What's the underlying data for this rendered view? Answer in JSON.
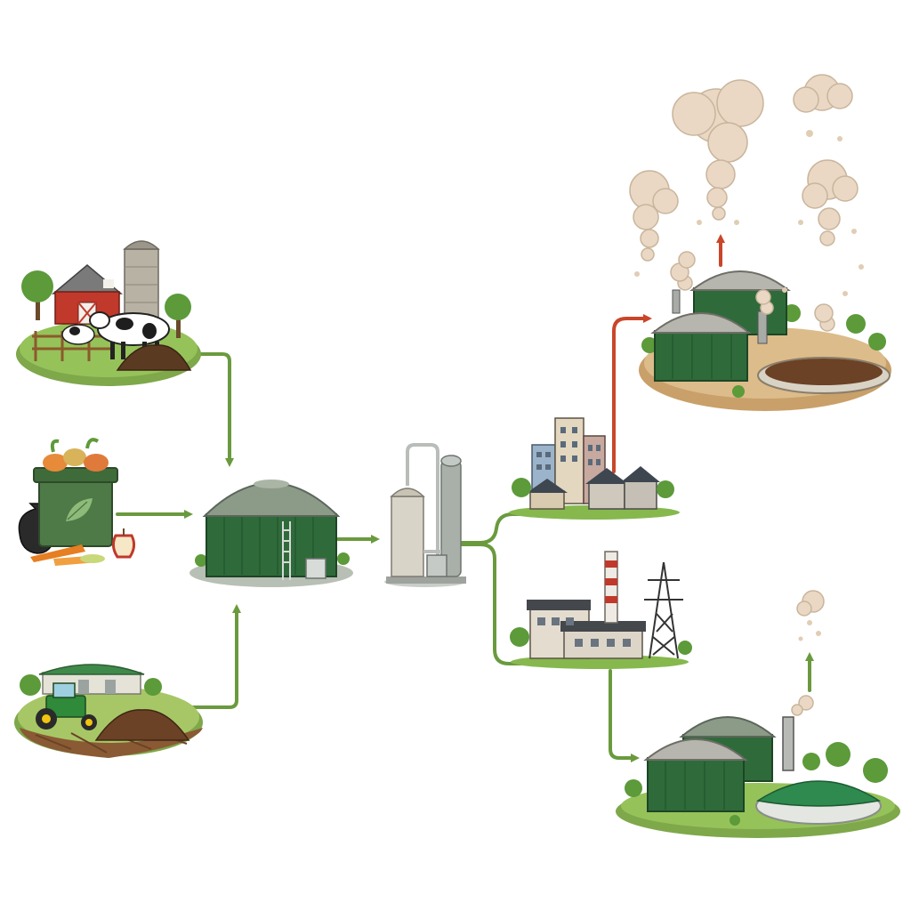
{
  "diagram": {
    "colors": {
      "background": "#ffffff",
      "flow_arrow": "#6a9a3e",
      "emission_arrow": "#c9462a",
      "digester_wall": "#2f6b3a",
      "digester_dome": "#8c9a88",
      "grass": "#86b84e",
      "soil": "#6b4226",
      "smoke": "#ead8c4",
      "barn": "#c0392b"
    },
    "nodes": [
      {
        "id": "dairy-farm-manure",
        "icons": [
          "barn-icon",
          "silo-icon",
          "cow-icon",
          "manure-pile-icon",
          "tree-icon"
        ]
      },
      {
        "id": "food-waste-bin",
        "icons": [
          "waste-bin-icon",
          "vegetable-scraps-icon",
          "trash-bag-icon",
          "apple-core-icon"
        ]
      },
      {
        "id": "crop-field-residue",
        "icons": [
          "tractor-icon",
          "barn-icon",
          "soil-pile-icon"
        ]
      },
      {
        "id": "anaerobic-digester",
        "icons": [
          "digester-dome-icon",
          "ladder-icon",
          "control-box-icon"
        ]
      },
      {
        "id": "biogas-upgrading-unit",
        "icons": [
          "storage-tank-icon",
          "scrubber-column-icon",
          "pipe-icon"
        ]
      },
      {
        "id": "urban-housing",
        "icons": [
          "apartment-tower-icon",
          "house-icon",
          "tree-icon"
        ]
      },
      {
        "id": "power-station",
        "icons": [
          "factory-icon",
          "chimney-icon",
          "pylon-icon"
        ]
      },
      {
        "id": "emissions-digester-site",
        "icons": [
          "smoke-plume-icon",
          "digester-tank-icon",
          "slurry-lagoon-icon"
        ]
      },
      {
        "id": "covered-digester-site",
        "icons": [
          "smoke-plume-icon",
          "digester-tank-icon",
          "covered-lagoon-icon"
        ]
      }
    ],
    "flows": [
      {
        "from": "dairy-farm-manure",
        "to": "anaerobic-digester",
        "kind": "feedstock"
      },
      {
        "from": "food-waste-bin",
        "to": "anaerobic-digester",
        "kind": "feedstock"
      },
      {
        "from": "crop-field-residue",
        "to": "anaerobic-digester",
        "kind": "feedstock"
      },
      {
        "from": "anaerobic-digester",
        "to": "biogas-upgrading-unit",
        "kind": "biogas"
      },
      {
        "from": "biogas-upgrading-unit",
        "to": "urban-housing",
        "kind": "gas-supply"
      },
      {
        "from": "biogas-upgrading-unit",
        "to": "power-station",
        "kind": "gas-supply"
      },
      {
        "from": "urban-housing",
        "to": "emissions-digester-site",
        "kind": "emission"
      },
      {
        "from": "power-station",
        "to": "covered-digester-site",
        "kind": "feedstock"
      }
    ]
  }
}
